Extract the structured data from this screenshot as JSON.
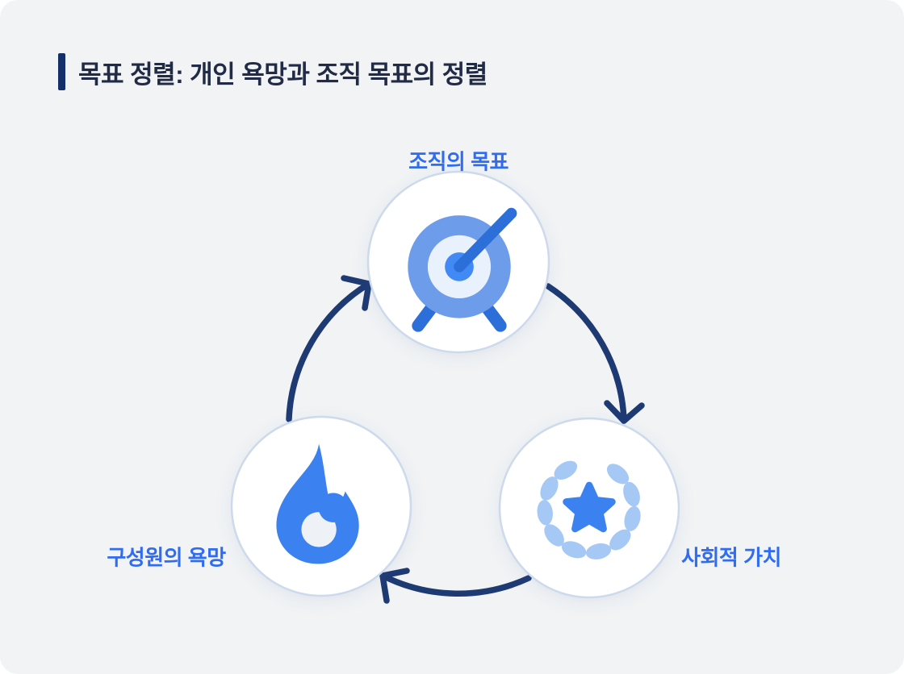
{
  "header": {
    "title": "목표 정렬: 개인 욕망과 조직 목표의 정렬"
  },
  "diagram": {
    "type": "cycle",
    "flow": "clockwise",
    "nodes": [
      {
        "id": "org-goal",
        "label": "조직의 목표",
        "icon": "target-icon",
        "position": "top"
      },
      {
        "id": "social-value",
        "label": "사회적 가치",
        "icon": "laurel-star-icon",
        "position": "bottom-right"
      },
      {
        "id": "member-desire",
        "label": "구성원의 욕망",
        "icon": "flame-icon",
        "position": "bottom-left"
      }
    ],
    "edges": [
      {
        "from": "조직의 목표",
        "to": "사회적 가치"
      },
      {
        "from": "사회적 가치",
        "to": "구성원의 욕망"
      },
      {
        "from": "구성원의 욕망",
        "to": "조직의 목표"
      }
    ]
  },
  "colors": {
    "card_background": "#f1f3f5",
    "label_blue": "#2f6cf1",
    "icon_blue": "#3b82f0",
    "icon_medium_blue": "#6d9ceb",
    "icon_dark_blue": "#2d6fd9",
    "icon_light_blue": "#a6c8f5",
    "icon_pale_fill": "#e9f1fc",
    "arrow_navy": "#1e3a73",
    "title_text_navy": "#212b45",
    "title_bar_navy": "#14306b",
    "node_fill": "#ffffff",
    "node_border": "#cdd9ec"
  }
}
